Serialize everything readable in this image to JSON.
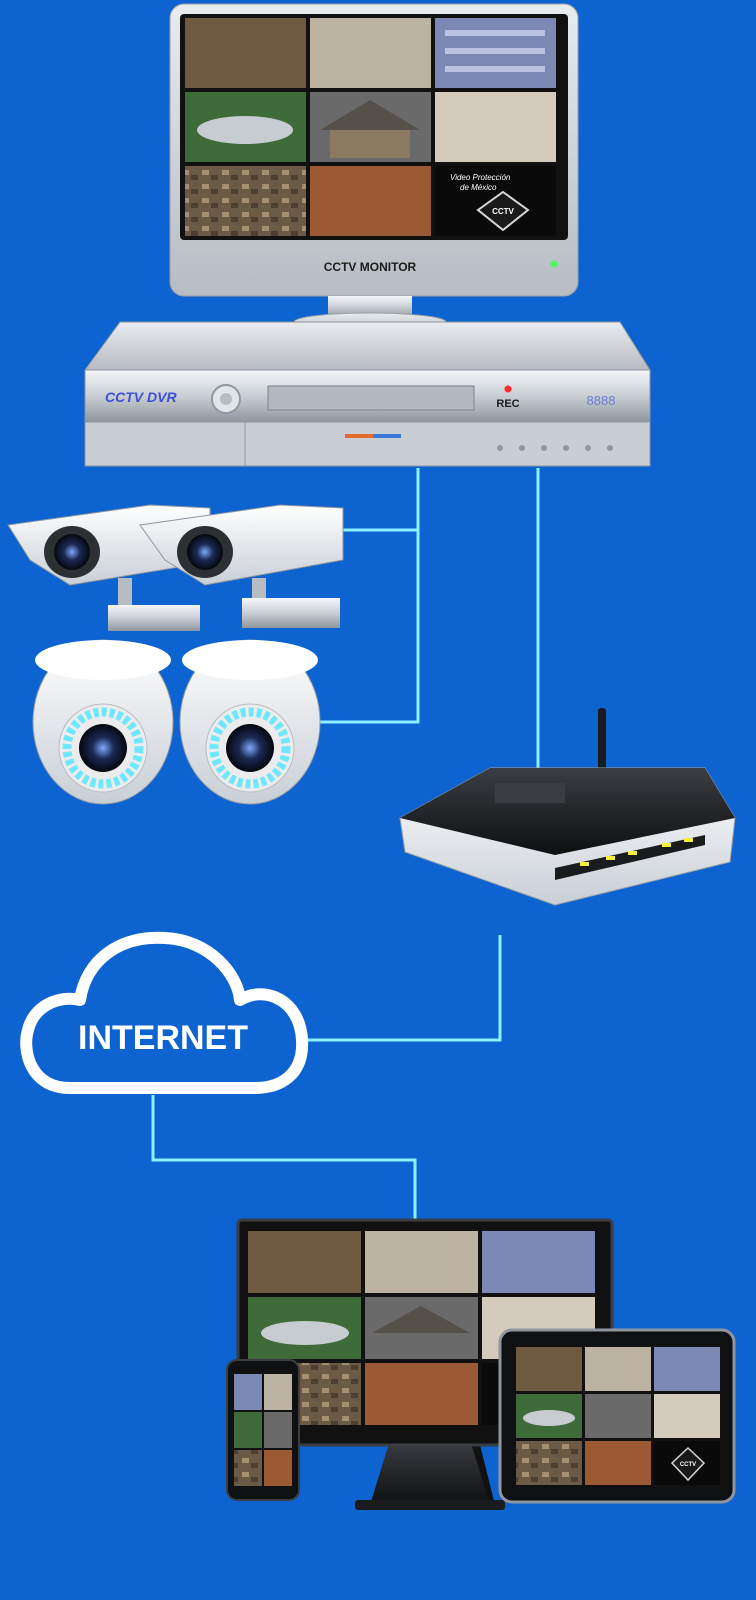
{
  "monitor": {
    "label": "CCTV MONITOR",
    "logo_lines": [
      "Video Protección",
      "de México"
    ],
    "logo_badge": "CCTV"
  },
  "dvr": {
    "brand": "CCTV DVR",
    "rec_label": "REC",
    "display": "8888"
  },
  "cloud": {
    "label": "INTERNET"
  },
  "tablet_logo": {
    "badge": "CCTV"
  },
  "colors": {
    "background": "#0d63cf",
    "connection_line": "#8ff0ff",
    "power_led": "#3dff5a",
    "rec_dot": "#ff2a2a",
    "router_led": "#f4ef3c",
    "dome_led": "#6fe8ff"
  },
  "icons": [
    "monitor-icon",
    "dvr-icon",
    "bullet-camera-icon",
    "dome-camera-icon",
    "router-icon",
    "cloud-icon",
    "desktop-icon",
    "smartphone-icon",
    "tablet-icon"
  ]
}
